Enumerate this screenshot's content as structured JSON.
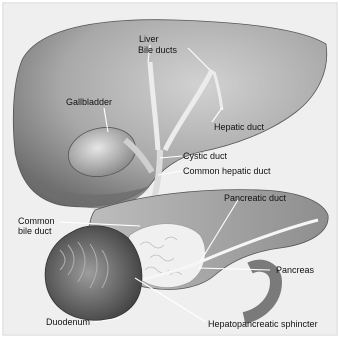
{
  "labels": {
    "liver": "Liver",
    "bile_ducts": "Bile ducts",
    "gallbladder": "Gallbladder",
    "hepatic_duct": "Hepatic duct",
    "cystic_duct": "Cystic duct",
    "common_hepatic_duct": "Common hepatic duct",
    "common_bile_duct": "Common bile duct",
    "pancreatic_duct": "Pancreatic duct",
    "pancreas": "Pancreas",
    "duodenum": "Duodenum",
    "hepatopancreatic_sphincter": "Hepatopancreatic sphincter"
  },
  "colors": {
    "background": "#ffffff",
    "frame": "#cfcfcf",
    "tissue_dark": "#5e5e5e",
    "tissue_mid": "#9a9a9a",
    "tissue_light": "#c8c8c8",
    "highlight": "#ececec",
    "leader_line": "#ffffff",
    "text": "#111111"
  }
}
